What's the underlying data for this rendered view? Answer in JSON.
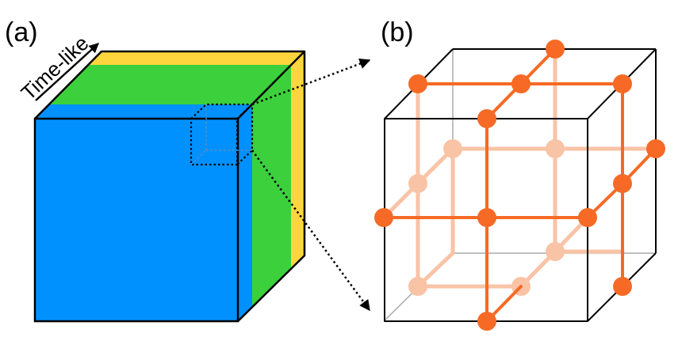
{
  "panels": {
    "a": {
      "label": "(a)",
      "axis_label": "Time-like"
    },
    "b": {
      "label": "(b)"
    }
  },
  "colors": {
    "face_front": "#0091FF",
    "face_green": "#3CD03C",
    "face_yellow": "#FFD53E",
    "lattice": "#F66A25",
    "lattice_faded": "#F9C3A6",
    "cube_edge": "#000000",
    "hidden_edge": "#AAAAAA"
  }
}
